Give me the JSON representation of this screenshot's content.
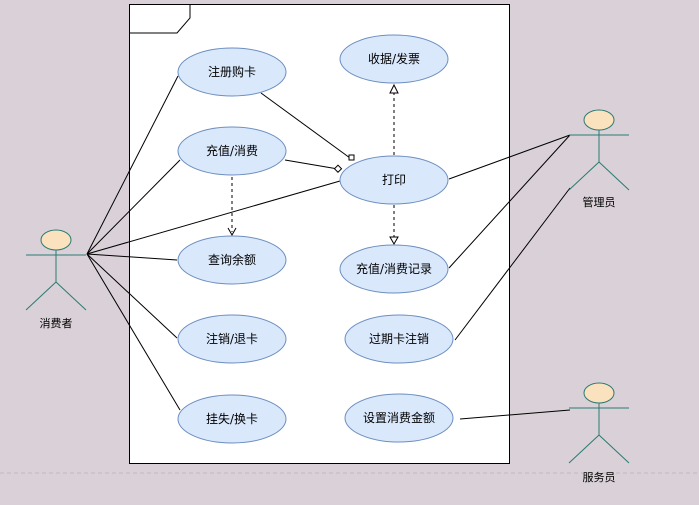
{
  "diagram": {
    "system_box": {
      "tab_label": ""
    },
    "actors": [
      {
        "id": "consumer",
        "label": "消费者"
      },
      {
        "id": "admin",
        "label": "管理员"
      },
      {
        "id": "staff",
        "label": "服务员"
      }
    ],
    "use_cases": [
      {
        "id": "register",
        "label": "注册购卡"
      },
      {
        "id": "recharge",
        "label": "充值/消费"
      },
      {
        "id": "query",
        "label": "查询余额"
      },
      {
        "id": "cancel",
        "label": "注销/退卡"
      },
      {
        "id": "lost",
        "label": "挂失/换卡"
      },
      {
        "id": "receipt",
        "label": "收据/发票"
      },
      {
        "id": "print",
        "label": "打印"
      },
      {
        "id": "records",
        "label": "充值/消费记录"
      },
      {
        "id": "expired",
        "label": "过期卡注销"
      },
      {
        "id": "setamount",
        "label": "设置消费金额"
      }
    ],
    "colors": {
      "background": "#d9d1d7",
      "usecase_fill": "#dae8fc",
      "usecase_stroke": "#6c8ebf",
      "actor_head_fill": "#fae2be",
      "actor_stroke": "#2b7a73",
      "line": "#000000"
    }
  }
}
